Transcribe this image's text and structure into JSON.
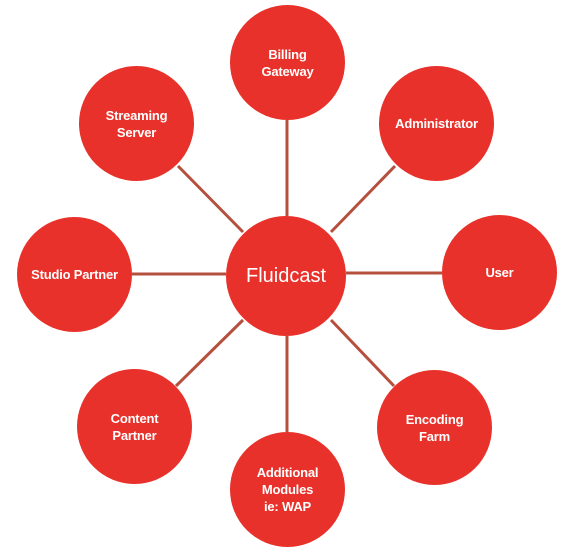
{
  "diagram": {
    "center": {
      "label": "Fluidcast",
      "color": "#e8312a"
    },
    "nodes": [
      {
        "id": "billing",
        "label": "Billing\nGateway"
      },
      {
        "id": "admin",
        "label": "Administrator"
      },
      {
        "id": "user",
        "label": "User"
      },
      {
        "id": "encoding",
        "label": "Encoding\nFarm"
      },
      {
        "id": "additional",
        "label": "Additional\nModules\nie: WAP"
      },
      {
        "id": "content",
        "label": "Content\nPartner"
      },
      {
        "id": "studio",
        "label": "Studio Partner"
      },
      {
        "id": "streaming",
        "label": "Streaming\nServer"
      }
    ],
    "node_color": "#e8312a",
    "connector_color": "#b5503f",
    "text_color": "#ffffff"
  }
}
